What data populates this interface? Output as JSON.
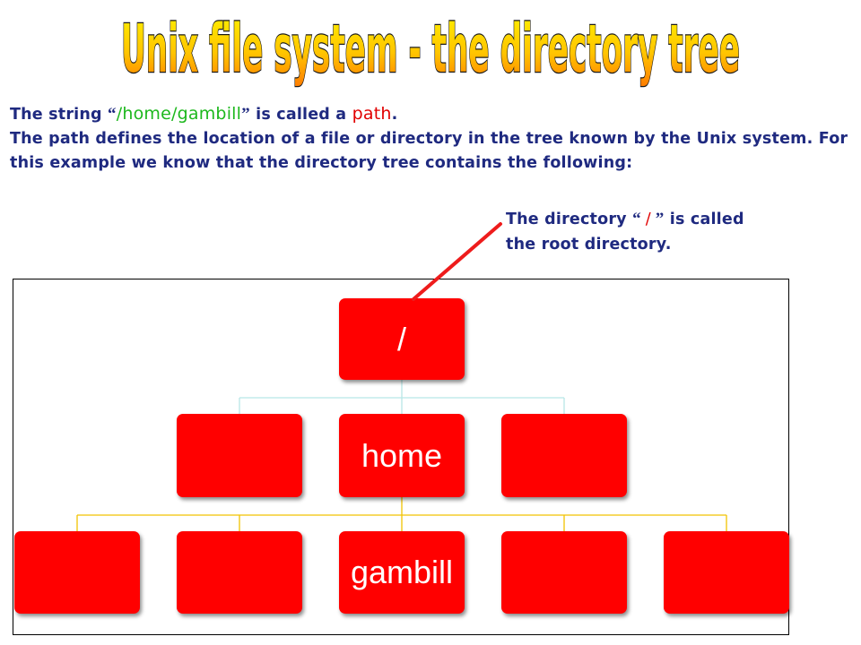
{
  "slide": {
    "title": "Unix file system - the directory tree",
    "intro": {
      "line1_before": "The string ",
      "open_quote": "“",
      "path_value": "/home/gambill",
      "close_quote": "”",
      "line1_middle": " is called a ",
      "path_word": "path",
      "line1_end": ".",
      "paragraph": "The path defines the location of a file or directory in the tree known by the Unix system. For this example we know that the directory tree contains the following:"
    },
    "root_note": {
      "before": "The directory ",
      "open_quote": "“ ",
      "slash": "/",
      "close_quote": " ”",
      "after": " is called",
      "line2": "the root directory."
    }
  },
  "tree": {
    "root": "/",
    "level1": [
      "",
      "home",
      ""
    ],
    "level2": [
      "",
      "",
      "gambill",
      "",
      ""
    ]
  },
  "colors": {
    "node": "#ff0000",
    "text_primary": "#1f2a80",
    "path_highlight": "#1db81d",
    "accent_red": "#e10000",
    "connector_level1": "#b8e6e6",
    "connector_level2": "#f2c200",
    "title_fill_top": "#ffe600",
    "title_fill_bottom": "#ff7a00"
  }
}
